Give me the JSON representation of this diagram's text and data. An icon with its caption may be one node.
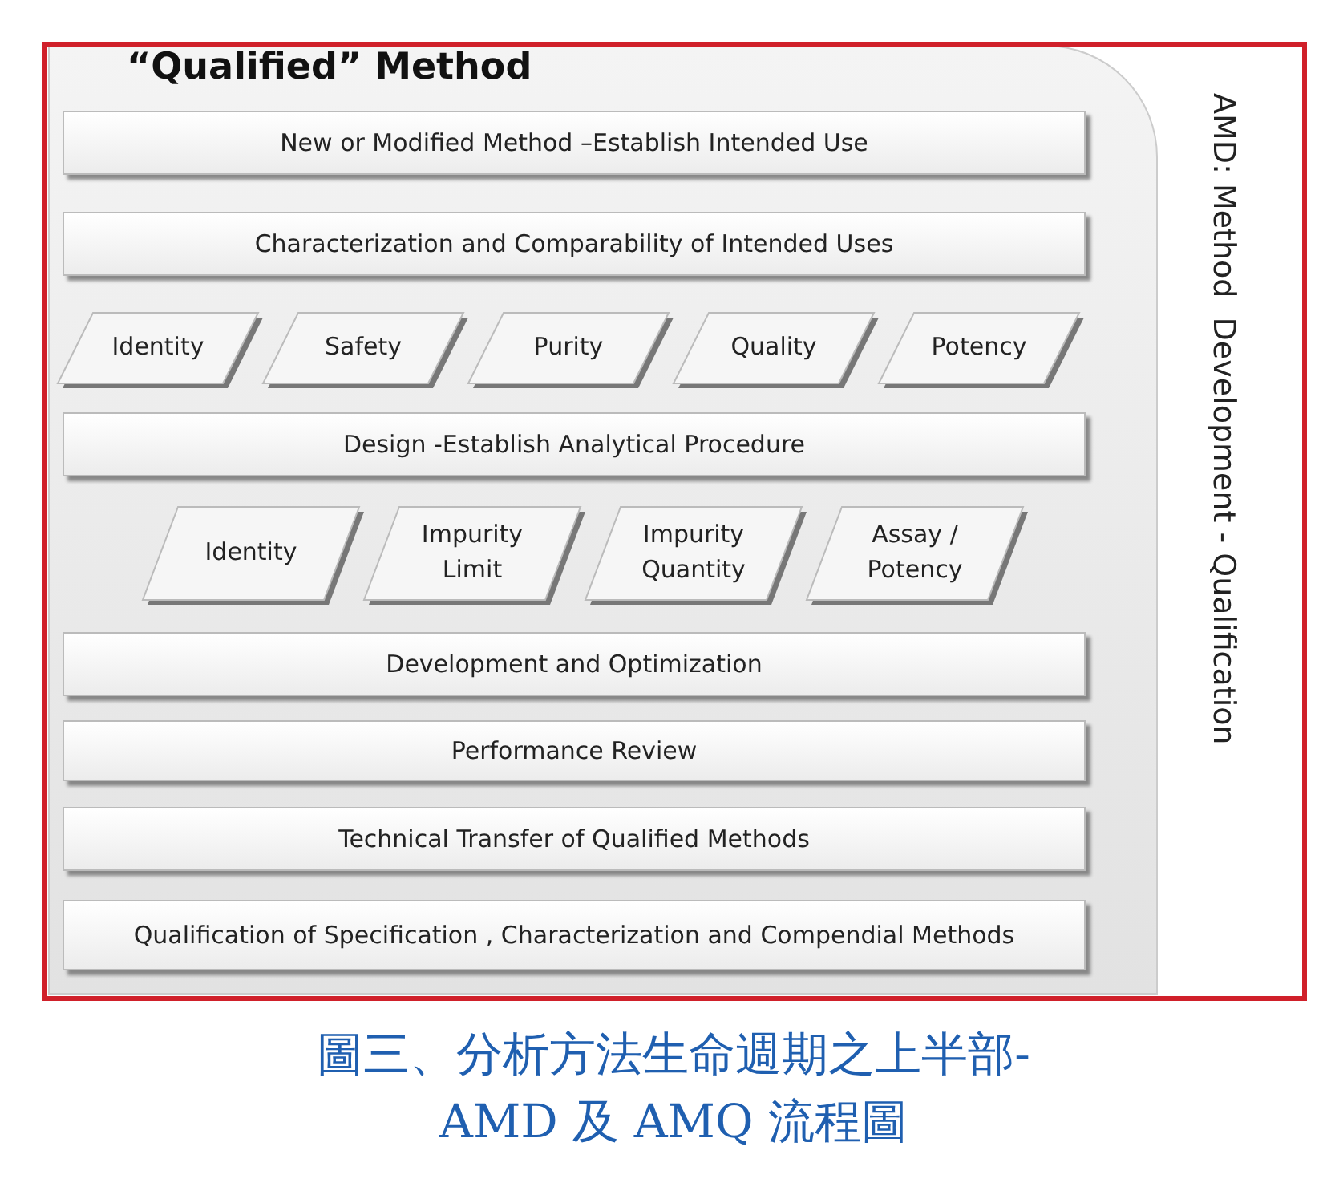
{
  "diagram": {
    "caption": "圖三、分析方法生命週期之上半部-AMD 及 AMQ 流程圖",
    "nodes": [
      {
        "text": [
          "“Qualified” Method"
        ]
      },
      {
        "text": [
          "New or Modified Method –Establish Intended Use"
        ],
        "in": 0
      },
      {
        "text": [
          "Characterization and Comparability of Intended Uses"
        ],
        "in": 0
      },
      {
        "text": [
          "Identity"
        ],
        "in": 0
      },
      {
        "text": [
          "Safety"
        ],
        "in": 0
      },
      {
        "text": [
          "Purity"
        ],
        "in": 0
      },
      {
        "text": [
          "Quality"
        ],
        "in": 0
      },
      {
        "text": [
          "Potency"
        ],
        "in": 0
      },
      {
        "text": [
          "Design  -Establish  Analytical Procedure"
        ],
        "in": 0
      },
      {
        "text": [
          "Identity"
        ],
        "in": 0
      },
      {
        "text": [
          "Impurity Limit"
        ],
        "in": 0
      },
      {
        "text": [
          "Impurity Quantity"
        ],
        "in": 0
      },
      {
        "text": [
          "Assay / Potency"
        ],
        "in": 0
      },
      {
        "text": [
          "Development and Optimization"
        ],
        "in": 0
      },
      {
        "text": [
          "Performance Review"
        ],
        "in": 0
      },
      {
        "text": [
          "Technical Transfer of Qualified Methods"
        ],
        "in": 0
      },
      {
        "text": [
          "Qualification of Specification , Characterization and Compendial Methods"
        ],
        "in": 0
      }
    ],
    "labels": [
      "AMD: Method  Development - Qualification"
    ]
  }
}
